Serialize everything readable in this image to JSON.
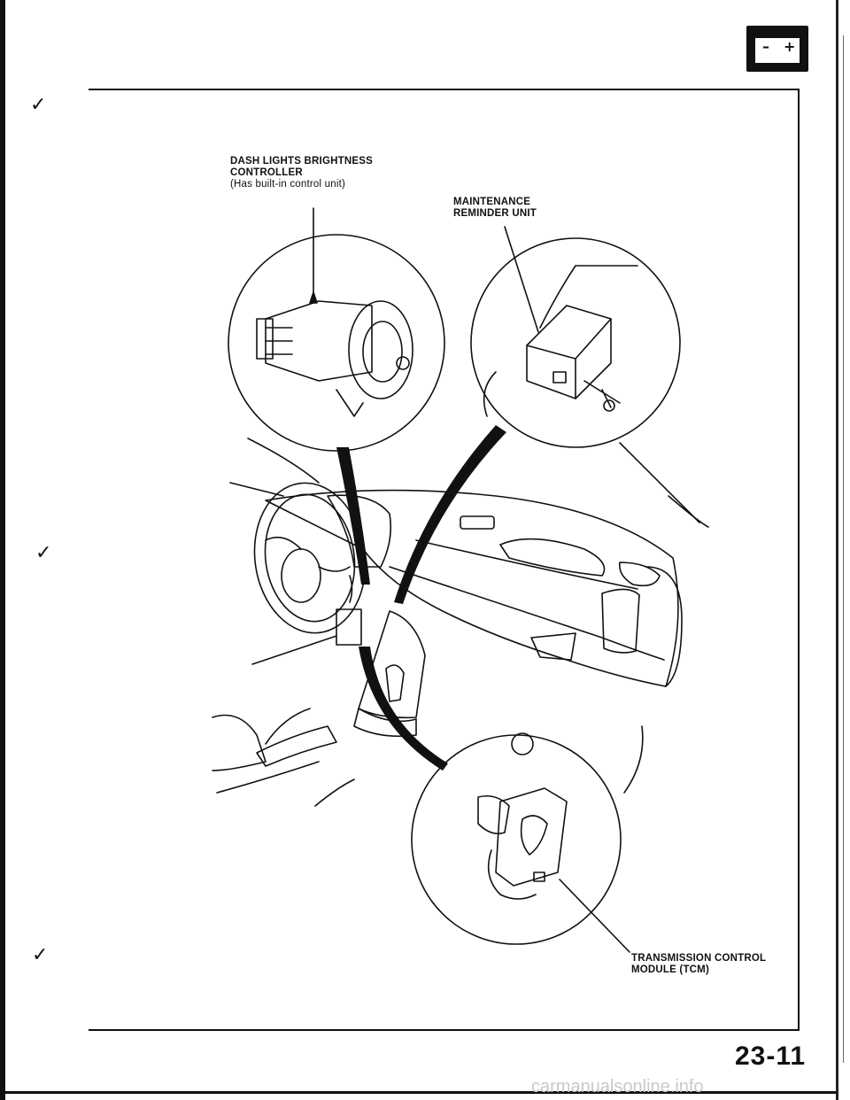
{
  "page": {
    "page_number": "23-11",
    "watermark": "carmanualsonline.info"
  },
  "header": {
    "battery_minus": "–",
    "battery_plus": "+"
  },
  "labels": {
    "dash_lights": {
      "line1": "DASH LIGHTS BRIGHTNESS",
      "line2": "CONTROLLER",
      "line3": "(Has built-in control unit)"
    },
    "maintenance": {
      "line1": "MAINTENANCE",
      "line2": "REMINDER UNIT"
    },
    "tcm": {
      "line1": "TRANSMISSION CONTROL",
      "line2": "MODULE (TCM)"
    }
  }
}
